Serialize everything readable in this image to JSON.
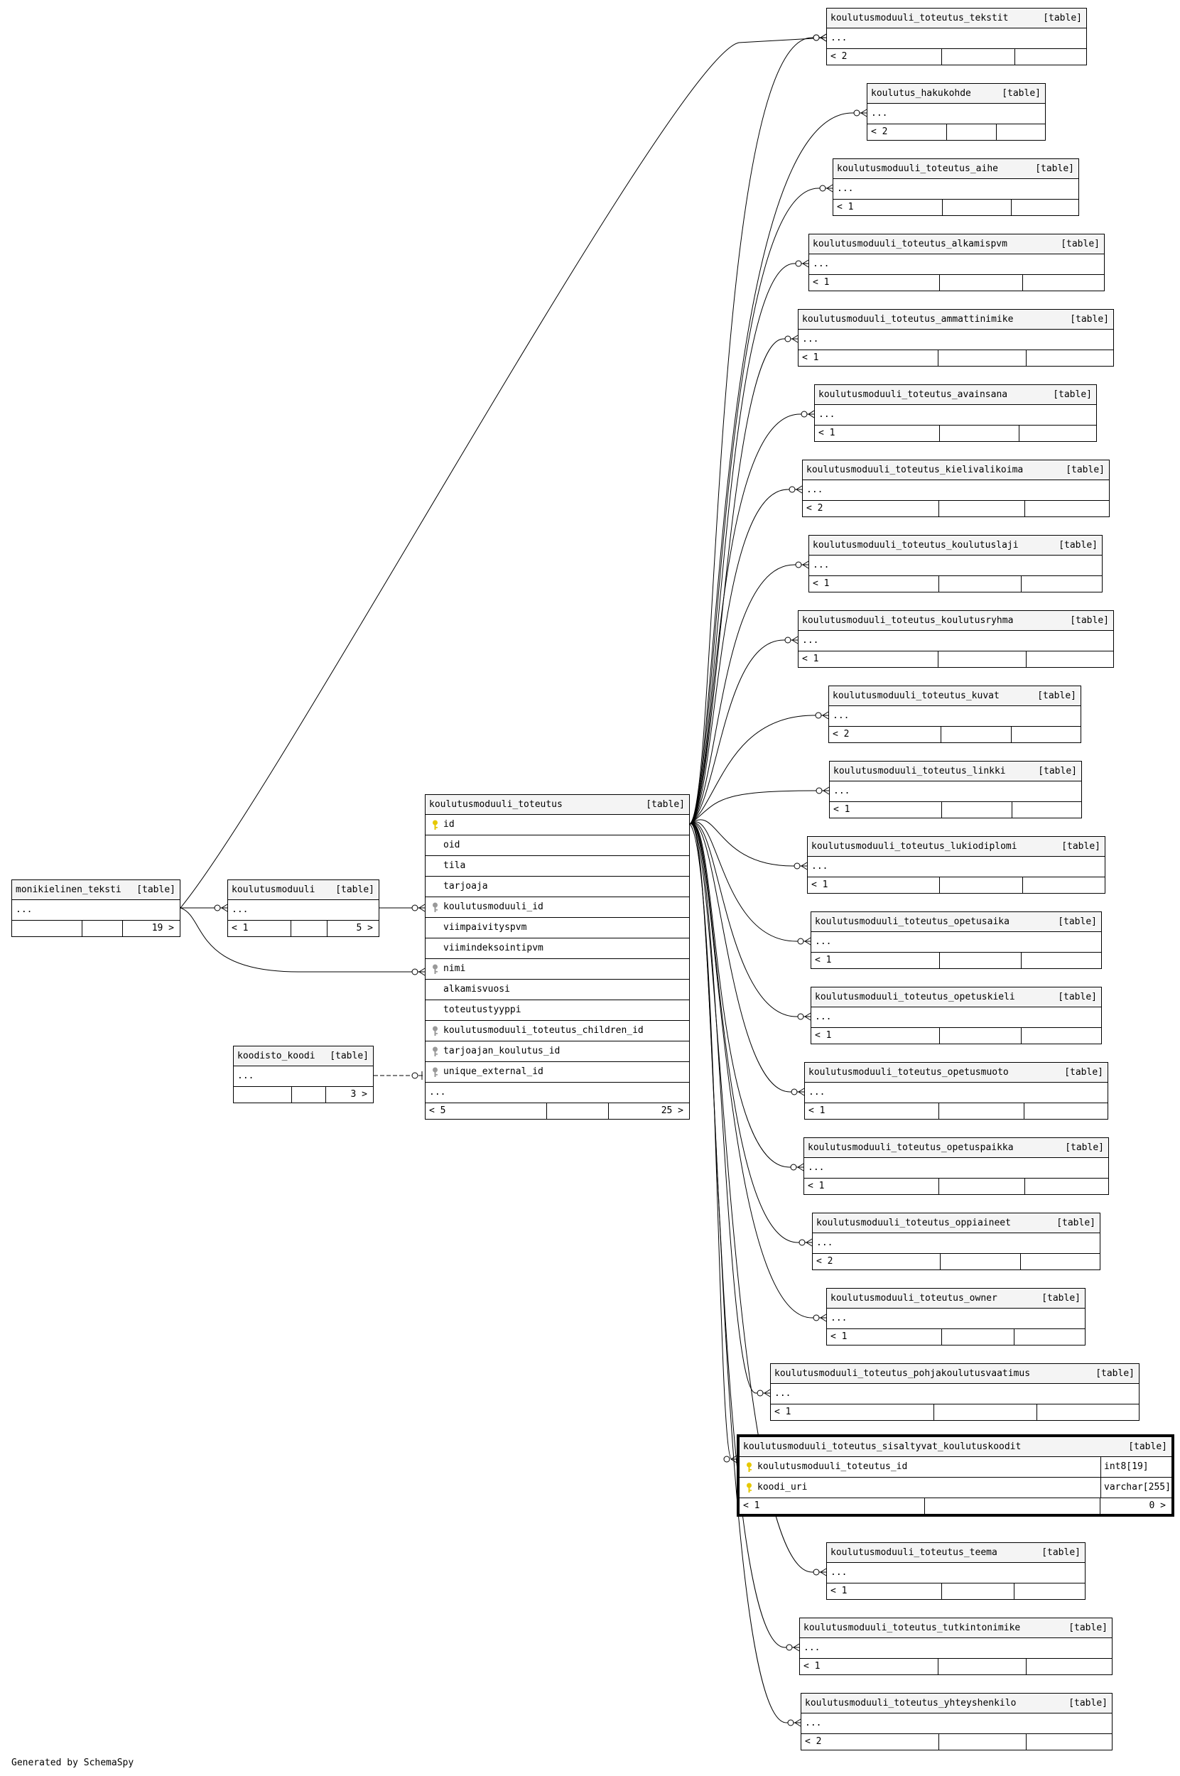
{
  "diagram": {
    "table_tag": "[table]",
    "ellipsis": "...",
    "credit": "Generated by SchemaSpy",
    "focus_table": {
      "name": "koulutusmoduuli_toteutus_sisaltyvat_koulutuskoodit",
      "columns": [
        {
          "name": "koulutusmoduuli_toteutus_id",
          "type": "int8[19]",
          "key": "primary"
        },
        {
          "name": "koodi_uri",
          "type": "varchar[255]",
          "key": "primary"
        }
      ],
      "parents": "< 1",
      "children": "0 >"
    },
    "main_table": {
      "name": "koulutusmoduuli_toteutus",
      "columns": [
        {
          "name": "id",
          "key": "primary"
        },
        {
          "name": "oid",
          "key": ""
        },
        {
          "name": "tila",
          "key": ""
        },
        {
          "name": "tarjoaja",
          "key": ""
        },
        {
          "name": "koulutusmoduuli_id",
          "key": "foreign"
        },
        {
          "name": "viimpaivityspvm",
          "key": ""
        },
        {
          "name": "viimindeksointipvm",
          "key": ""
        },
        {
          "name": "nimi",
          "key": "foreign"
        },
        {
          "name": "alkamisvuosi",
          "key": ""
        },
        {
          "name": "toteutustyyppi",
          "key": ""
        },
        {
          "name": "koulutusmoduuli_toteutus_children_id",
          "key": "foreign"
        },
        {
          "name": "tarjoajan_koulutus_id",
          "key": "foreign"
        },
        {
          "name": "unique_external_id",
          "key": "foreign"
        }
      ],
      "parents": "< 5",
      "children": "25 >"
    },
    "left_tables": [
      {
        "name": "monikielinen_teksti",
        "parents": "",
        "children": "19 >"
      },
      {
        "name": "koulutusmoduuli",
        "parents": "< 1",
        "children": "5 >"
      },
      {
        "name": "koodisto_koodi",
        "parents": "",
        "children": "3 >"
      }
    ],
    "child_tables": [
      {
        "name": "koulutusmoduuli_toteutus_tekstit",
        "parents": "< 2"
      },
      {
        "name": "koulutus_hakukohde",
        "parents": "< 2"
      },
      {
        "name": "koulutusmoduuli_toteutus_aihe",
        "parents": "< 1"
      },
      {
        "name": "koulutusmoduuli_toteutus_alkamispvm",
        "parents": "< 1"
      },
      {
        "name": "koulutusmoduuli_toteutus_ammattinimike",
        "parents": "< 1"
      },
      {
        "name": "koulutusmoduuli_toteutus_avainsana",
        "parents": "< 1"
      },
      {
        "name": "koulutusmoduuli_toteutus_kielivalikoima",
        "parents": "< 2"
      },
      {
        "name": "koulutusmoduuli_toteutus_koulutuslaji",
        "parents": "< 1"
      },
      {
        "name": "koulutusmoduuli_toteutus_koulutusryhma",
        "parents": "< 1"
      },
      {
        "name": "koulutusmoduuli_toteutus_kuvat",
        "parents": "< 2"
      },
      {
        "name": "koulutusmoduuli_toteutus_linkki",
        "parents": "< 1"
      },
      {
        "name": "koulutusmoduuli_toteutus_lukiodiplomi",
        "parents": "< 1"
      },
      {
        "name": "koulutusmoduuli_toteutus_opetusaika",
        "parents": "< 1"
      },
      {
        "name": "koulutusmoduuli_toteutus_opetuskieli",
        "parents": "< 1"
      },
      {
        "name": "koulutusmoduuli_toteutus_opetusmuoto",
        "parents": "< 1"
      },
      {
        "name": "koulutusmoduuli_toteutus_opetuspaikka",
        "parents": "< 1"
      },
      {
        "name": "koulutusmoduuli_toteutus_oppiaineet",
        "parents": "< 2"
      },
      {
        "name": "koulutusmoduuli_toteutus_owner",
        "parents": "< 1"
      },
      {
        "name": "koulutusmoduuli_toteutus_pohjakoulutusvaatimus",
        "parents": "< 1"
      },
      {
        "name": "koulutusmoduuli_toteutus_teema",
        "parents": "< 1"
      },
      {
        "name": "koulutusmoduuli_toteutus_tutkintonimike",
        "parents": "< 1"
      },
      {
        "name": "koulutusmoduuli_toteutus_yhteyshenkilo",
        "parents": "< 2"
      }
    ],
    "colors": {
      "primary_key": "#e6c800",
      "foreign_key": "#999999",
      "header": "#f4f4f4",
      "line": "#000000"
    }
  }
}
